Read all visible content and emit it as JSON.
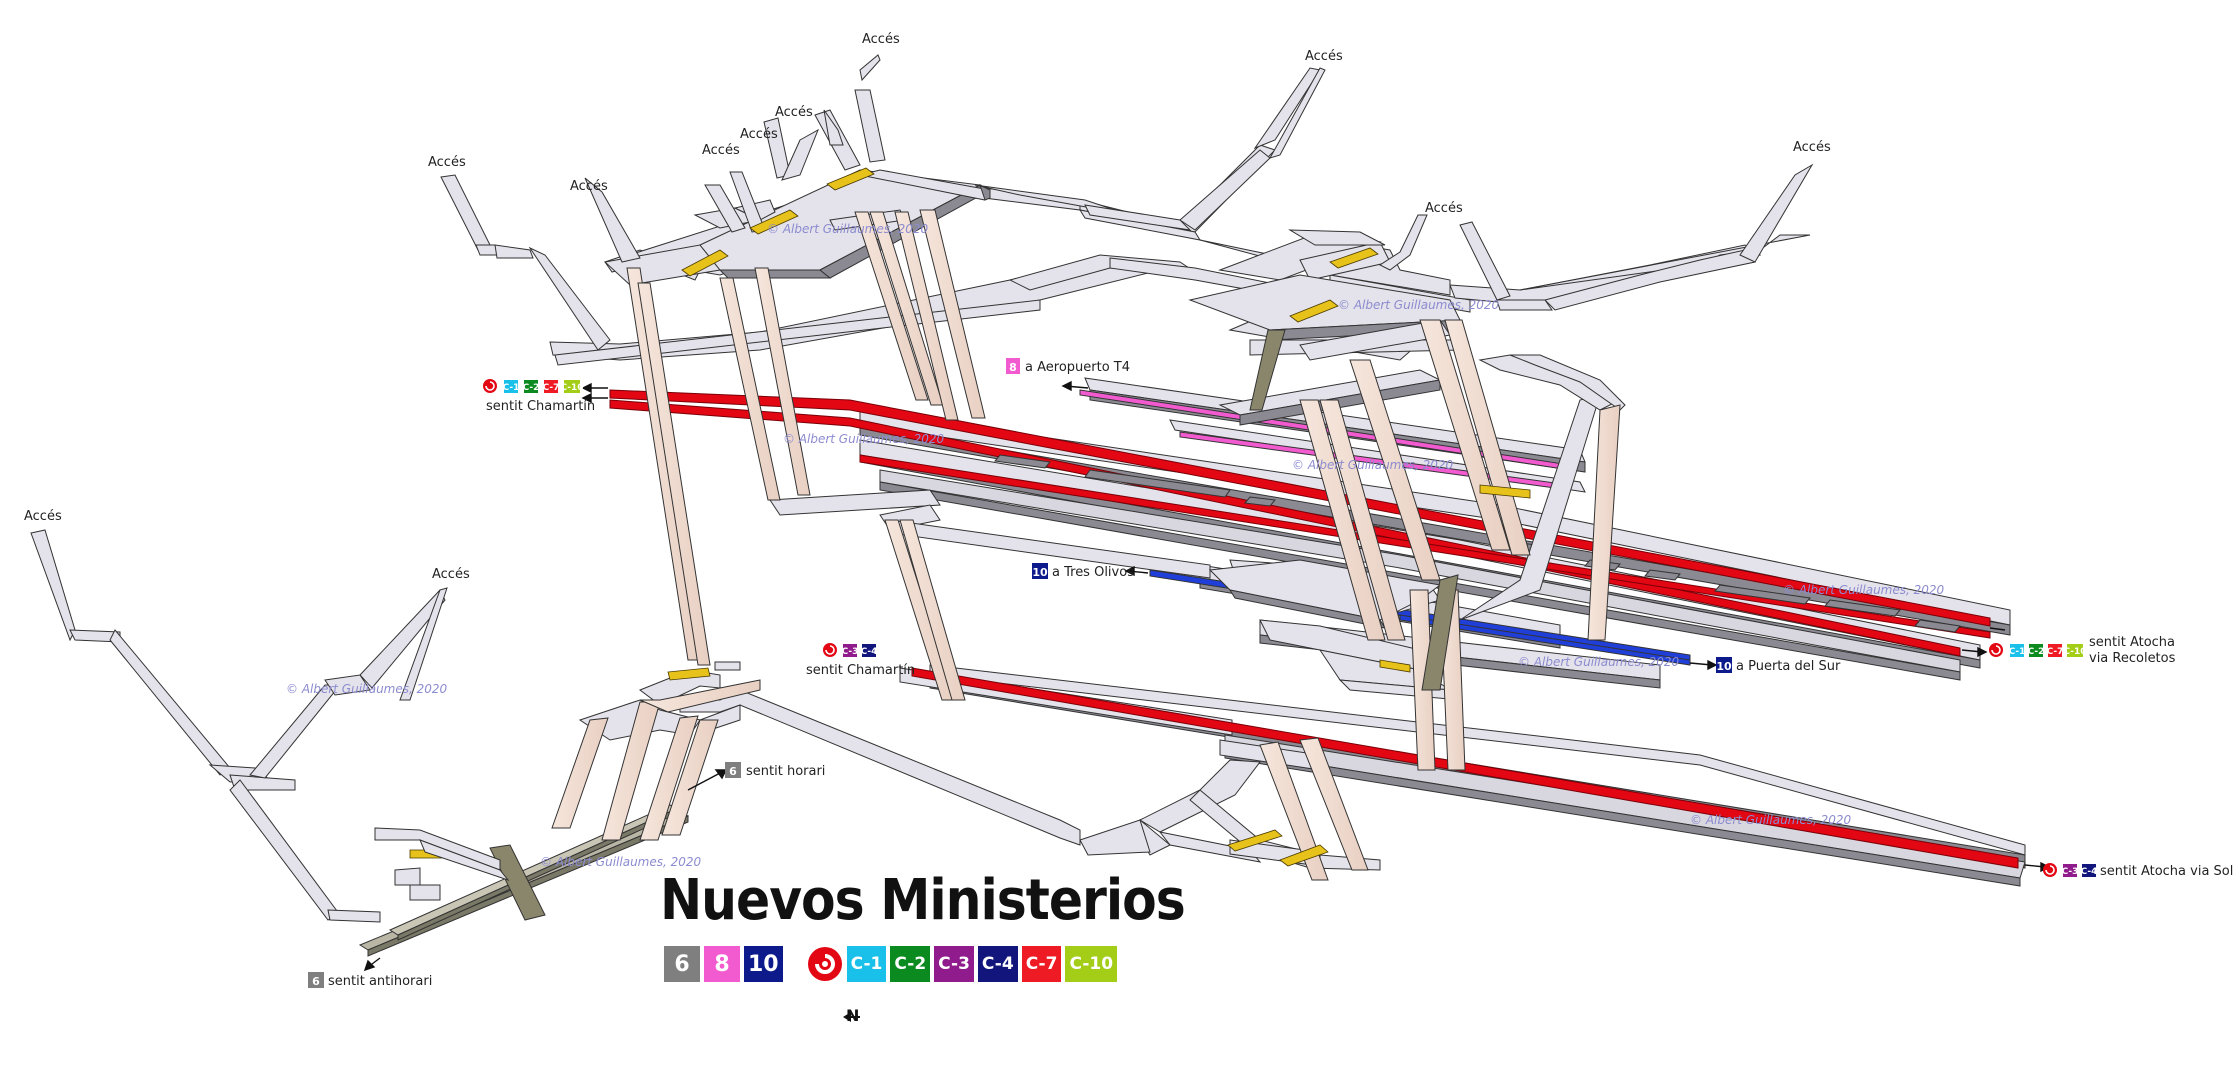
{
  "title": "Nuevos Ministerios",
  "north": "N",
  "access_label": "Accés",
  "watermark": "© Albert Guillaumes, 2020",
  "legend": [
    {
      "text": "6",
      "color": "#7f7f7f",
      "kind": "metro"
    },
    {
      "text": "8",
      "color": "#f25bd0",
      "kind": "metro"
    },
    {
      "text": "10",
      "color": "#0c1a8c",
      "kind": "metro"
    },
    {
      "text": "",
      "color": "#e30613",
      "kind": "renfe-icon"
    },
    {
      "text": "C-1",
      "color": "#19c0ea",
      "kind": "cercanias"
    },
    {
      "text": "C-2",
      "color": "#0a8a1f",
      "kind": "cercanias"
    },
    {
      "text": "C-3",
      "color": "#8f1b8d",
      "kind": "cercanias"
    },
    {
      "text": "C-4",
      "color": "#12157c",
      "kind": "cercanias"
    },
    {
      "text": "C-7",
      "color": "#ee1b24",
      "kind": "cercanias"
    },
    {
      "text": "C-10",
      "color": "#a3cd17",
      "kind": "cercanias"
    }
  ],
  "labels": {
    "chamartin_upper": "sentit Chamartín",
    "chamartin_lower": "sentit Chamartín",
    "aeropuerto": "a Aeropuerto T4",
    "tres_olivos": "a Tres Olivos",
    "puerta_sur": "a Puerta del Sur",
    "atocha_recoletos_1": "sentit Atocha",
    "atocha_recoletos_2": "via Recoletos",
    "atocha_sol": "sentit Atocha via Sol",
    "horari": "sentit horari",
    "antihorari": "sentit antihorari"
  },
  "line_numbers": {
    "l6": "6",
    "l8": "8",
    "l10": "10"
  },
  "colors": {
    "renfe_red": "#e30613",
    "line6": "#7f7f7f",
    "line8": "#f25bd0",
    "line10": "#0c1a8c",
    "line10_track": "#1f3fd8",
    "platform_top": "#e4e2ea",
    "platform_side": "#8b8a93",
    "stair": "#f3ded2",
    "escalator": "#e7c21a"
  }
}
